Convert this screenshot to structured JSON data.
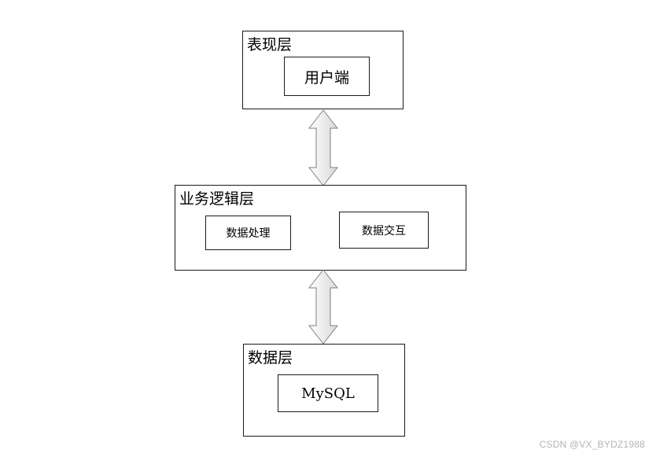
{
  "layers": {
    "presentation": {
      "title": "表现层",
      "components": [
        "用户端"
      ]
    },
    "logic": {
      "title": "业务逻辑层",
      "components": [
        "数据处理",
        "数据交互"
      ]
    },
    "data": {
      "title": "数据层",
      "components": [
        "MySQL"
      ]
    }
  },
  "watermark": "CSDN @VX_BYDZ1988",
  "colors": {
    "border": "#1a1a1a",
    "arrow_fill_light": "#ffffff",
    "arrow_fill_dark": "#d9d9d9",
    "arrow_stroke": "#7f7f7f"
  },
  "icons": {
    "connector": "double-headed-vertical-arrow"
  }
}
